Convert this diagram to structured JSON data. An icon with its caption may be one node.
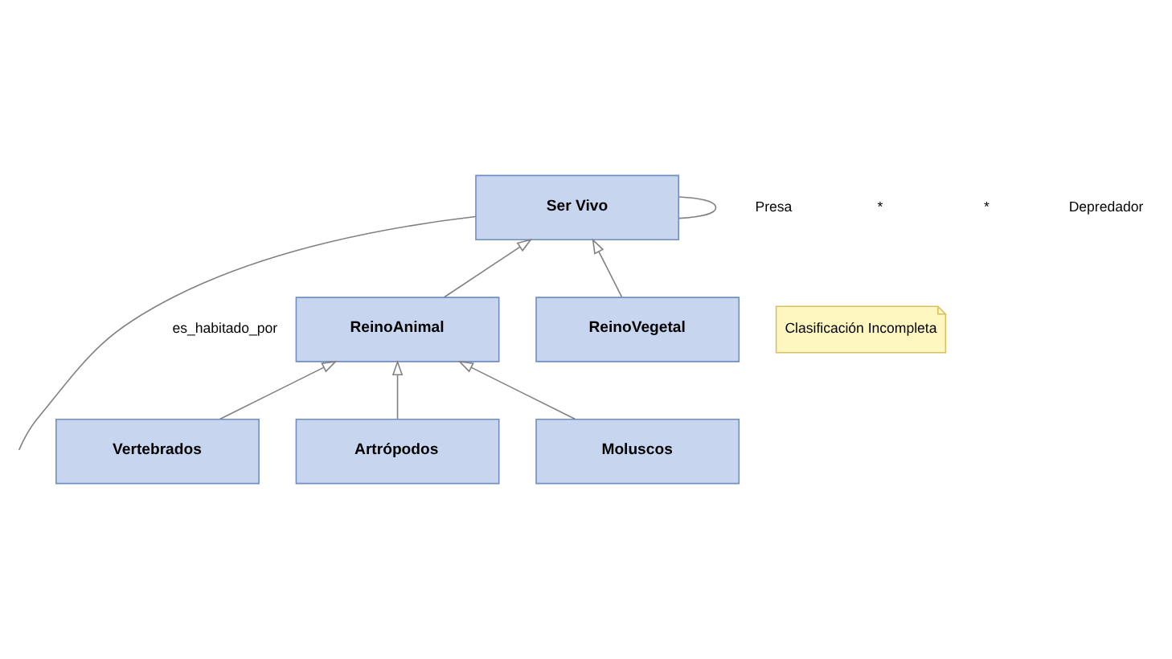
{
  "diagram": {
    "nodes": [
      {
        "text": [
          "Ser Vivo"
        ]
      },
      {
        "text": [
          "ReinoAnimal"
        ]
      },
      {
        "text": [
          "ReinoVegetal"
        ]
      },
      {
        "text": [
          "Clasificación Incompleta"
        ]
      },
      {
        "text": [
          "Vertebrados"
        ]
      },
      {
        "text": [
          "Artrópodos"
        ]
      },
      {
        "text": [
          "Moluscos"
        ]
      }
    ],
    "edges": [
      {
        "from": 1,
        "to": 0,
        "arrow": "to"
      },
      {
        "from": 2,
        "to": 0,
        "arrow": "to"
      },
      {
        "from": 4,
        "to": 1,
        "arrow": "to"
      },
      {
        "from": 5,
        "to": 1,
        "arrow": "to"
      },
      {
        "from": 6,
        "to": 1,
        "arrow": "to"
      },
      {
        "from": 0,
        "to": 0,
        "arrow": "none"
      },
      {
        "from": 0,
        "to": null,
        "arrow": "none",
        "label": "es_habitado_por"
      }
    ],
    "labels": [
      "Presa",
      "*",
      "*",
      "Depredador"
    ]
  }
}
